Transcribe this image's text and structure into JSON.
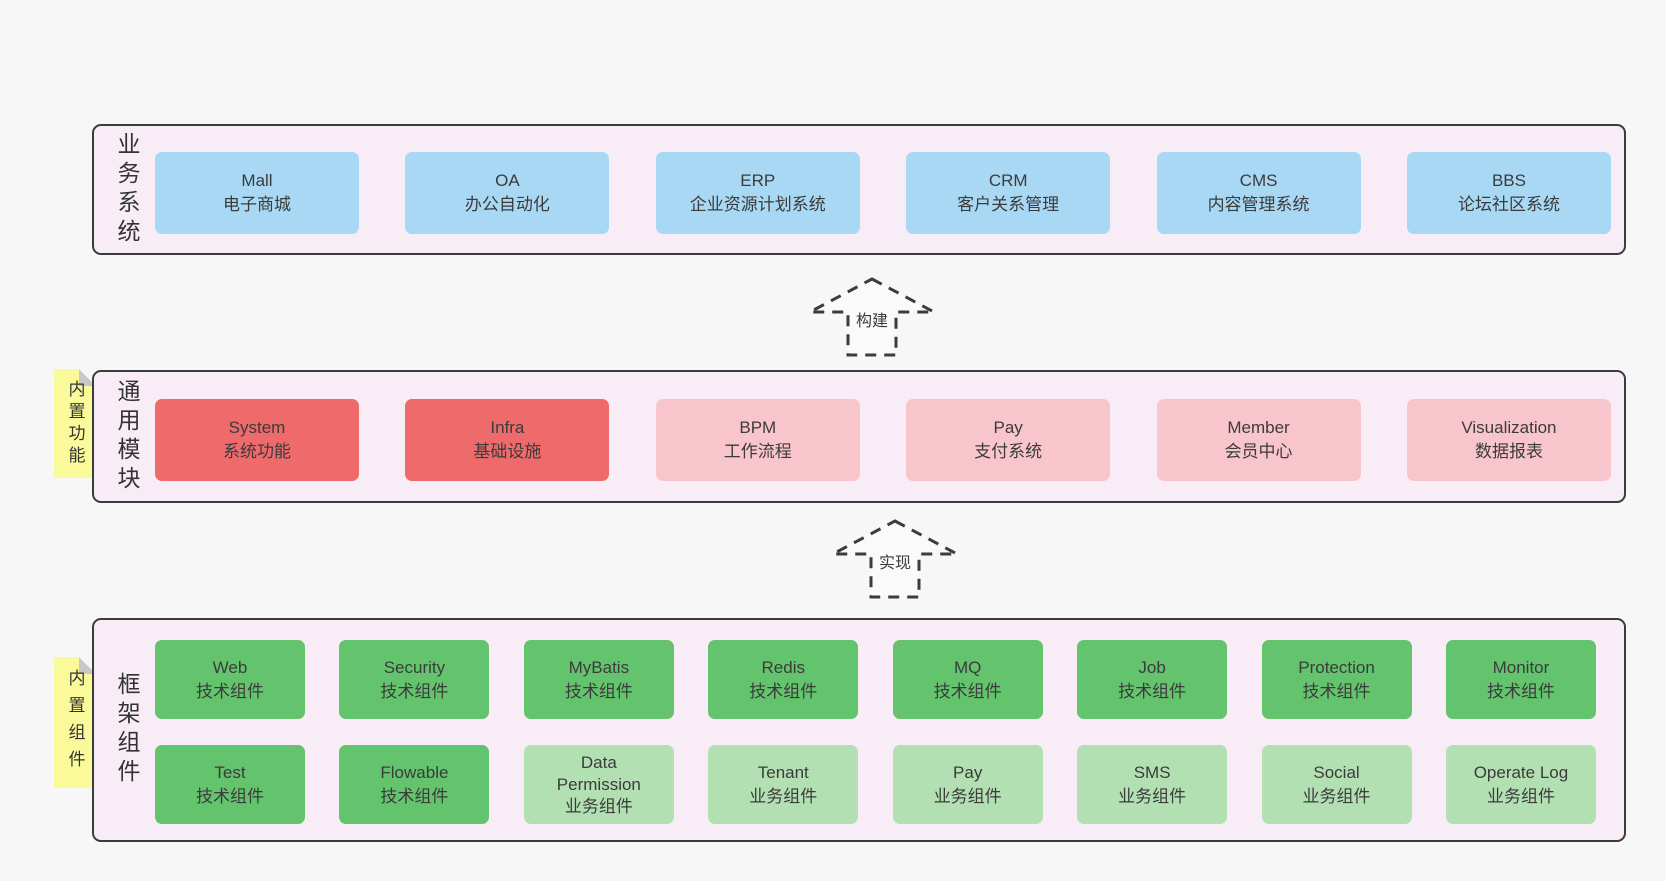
{
  "colors": {
    "background": "#f7f7f7",
    "band_fill": "#f8edf6",
    "band_border": "#3c3c3c",
    "box_blue": "#a8d8f3",
    "box_red": "#ef6a6b",
    "box_pink": "#f9c5cd",
    "box_green_dark": "#63c46d",
    "box_green_light": "#b3e0b3",
    "sticky_yellow": "#fafa9b",
    "fold_gray": "#c8c8c8",
    "text": "#3a3a3a"
  },
  "arrows": [
    {
      "label": "构建"
    },
    {
      "label": "实现"
    }
  ],
  "bands": {
    "business": {
      "label": "业务系统",
      "boxes": [
        {
          "title": "Mall",
          "subtitle": "电子商城",
          "variant": "blue"
        },
        {
          "title": "OA",
          "subtitle": "办公自动化",
          "variant": "blue"
        },
        {
          "title": "ERP",
          "subtitle": "企业资源计划系统",
          "variant": "blue"
        },
        {
          "title": "CRM",
          "subtitle": "客户关系管理",
          "variant": "blue"
        },
        {
          "title": "CMS",
          "subtitle": "内容管理系统",
          "variant": "blue"
        },
        {
          "title": "BBS",
          "subtitle": "论坛社区系统",
          "variant": "blue"
        }
      ]
    },
    "modules": {
      "label": "通用模块",
      "sticky": "内置功能",
      "boxes": [
        {
          "title": "System",
          "subtitle": "系统功能",
          "variant": "red"
        },
        {
          "title": "Infra",
          "subtitle": "基础设施",
          "variant": "red"
        },
        {
          "title": "BPM",
          "subtitle": "工作流程",
          "variant": "pink"
        },
        {
          "title": "Pay",
          "subtitle": "支付系统",
          "variant": "pink"
        },
        {
          "title": "Member",
          "subtitle": "会员中心",
          "variant": "pink"
        },
        {
          "title": "Visualization",
          "subtitle": "数据报表",
          "variant": "pink"
        }
      ]
    },
    "framework": {
      "label": "框架组件",
      "sticky": "内置组件",
      "row1": [
        {
          "title": "Web",
          "subtitle": "技术组件",
          "variant": "green-dark"
        },
        {
          "title": "Security",
          "subtitle": "技术组件",
          "variant": "green-dark"
        },
        {
          "title": "MyBatis",
          "subtitle": "技术组件",
          "variant": "green-dark"
        },
        {
          "title": "Redis",
          "subtitle": "技术组件",
          "variant": "green-dark"
        },
        {
          "title": "MQ",
          "subtitle": "技术组件",
          "variant": "green-dark"
        },
        {
          "title": "Job",
          "subtitle": "技术组件",
          "variant": "green-dark"
        },
        {
          "title": "Protection",
          "subtitle": "技术组件",
          "variant": "green-dark"
        },
        {
          "title": "Monitor",
          "subtitle": "技术组件",
          "variant": "green-dark"
        }
      ],
      "row2": [
        {
          "title": "Test",
          "subtitle": "技术组件",
          "variant": "green-dark"
        },
        {
          "title": "Flowable",
          "subtitle": "技术组件",
          "variant": "green-dark"
        },
        {
          "title": "Data Permission",
          "subtitle": "业务组件",
          "variant": "green-light"
        },
        {
          "title": "Tenant",
          "subtitle": "业务组件",
          "variant": "green-light"
        },
        {
          "title": "Pay",
          "subtitle": "业务组件",
          "variant": "green-light"
        },
        {
          "title": "SMS",
          "subtitle": "业务组件",
          "variant": "green-light"
        },
        {
          "title": "Social",
          "subtitle": "业务组件",
          "variant": "green-light"
        },
        {
          "title": "Operate Log",
          "subtitle": "业务组件",
          "variant": "green-light"
        }
      ]
    }
  }
}
